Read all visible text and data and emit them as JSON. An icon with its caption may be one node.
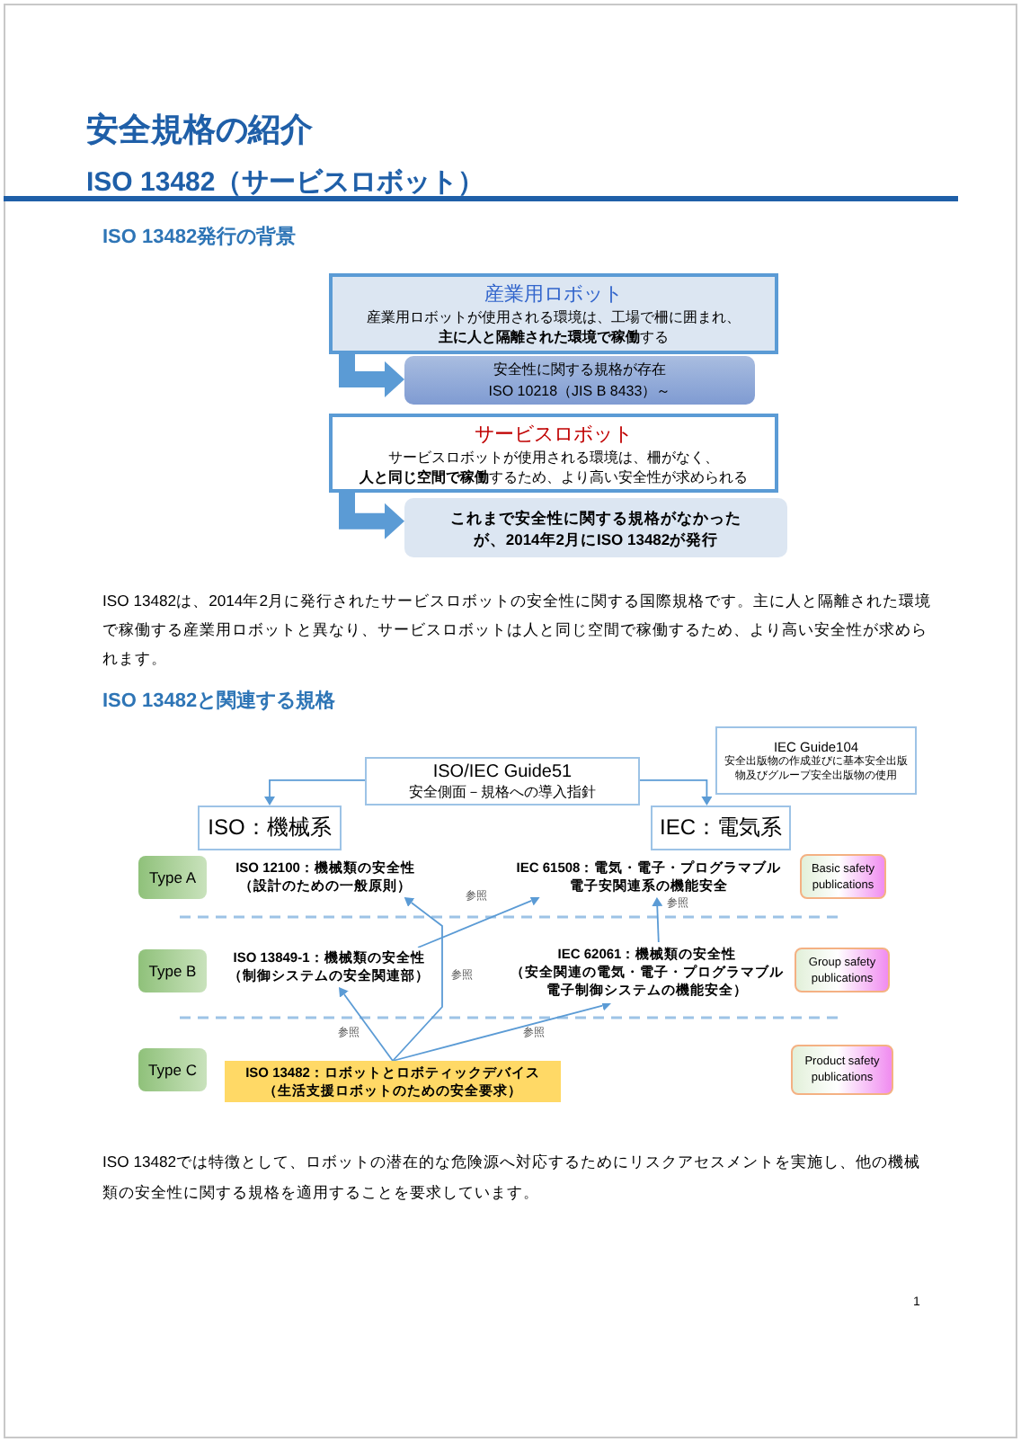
{
  "diagram": {
    "title": "安全規格の紹介",
    "nodes": [
      {
        "text": [
          "産業用ロボット",
          "産業用ロボットが使用される環境は、工場で柵に囲まれ、**主に人と隔離された環境で稼働**する"
        ]
      },
      {
        "text": [
          "安全性に関する規格が存在 ISO 10218（JIS B 8433）～"
        ]
      },
      {
        "text": [
          "サービスロボット",
          "サービスロボットが使用される環境は、柵がなく、**人と同じ空間で稼働**するため、より高い安全性が求められる"
        ]
      },
      {
        "text": [
          "これまで安全性に関する規格がなかったが、2014年2月にISO 13482が発行"
        ]
      },
      {
        "text": [
          "ISO/IEC Guide51",
          "安全側面－規格への導入指針"
        ]
      },
      {
        "text": [
          "IEC Guide104",
          "安全出版物の作成並びに基本安全出版物及びグループ安全出版物の使用"
        ]
      },
      {
        "text": [
          "ISO：機械系"
        ]
      },
      {
        "text": [
          "IEC：電気系"
        ]
      },
      {
        "text": [
          "Type A"
        ]
      },
      {
        "text": [
          "ISO 12100：機械類の安全性",
          "（設計のための一般原則）"
        ]
      },
      {
        "text": [
          "IEC 61508：電気・電子・プログラマブル電子安関連系の機能安全"
        ]
      },
      {
        "text": [
          "Basic safety publications"
        ]
      },
      {
        "text": [
          "Type B"
        ]
      },
      {
        "text": [
          "ISO 13849-1：機械類の安全性",
          "（制御システムの安全関連部）"
        ]
      },
      {
        "text": [
          "IEC 62061：機械類の安全性",
          "（安全関連の電気・電子・プログラマブル電子制御システムの機能安全）"
        ]
      },
      {
        "text": [
          "Group safety publications"
        ]
      },
      {
        "text": [
          "Type C"
        ]
      },
      {
        "text": [
          "ISO 13482：ロボットとロボティックデバイス",
          "（生活支援ロボットのための安全要求）"
        ]
      },
      {
        "text": [
          "Product safety publications"
        ]
      }
    ],
    "edges": [
      {
        "from": 0,
        "to": 1,
        "arrow": "to",
        "style": "thick"
      },
      {
        "from": 2,
        "to": 3,
        "arrow": "to",
        "style": "thick"
      },
      {
        "from": 4,
        "to": 6,
        "arrow": "to"
      },
      {
        "from": 4,
        "to": 7,
        "arrow": "to"
      },
      {
        "from": 17,
        "to": 9,
        "arrow": "to",
        "label": "参照"
      },
      {
        "from": 17,
        "to": 13,
        "arrow": "to",
        "label": "参照"
      },
      {
        "from": 17,
        "to": 14,
        "arrow": "to",
        "label": "参照"
      },
      {
        "from": 13,
        "to": 10,
        "arrow": "to",
        "label": "参照"
      },
      {
        "from": 14,
        "to": 10,
        "arrow": "to",
        "label": "参照"
      }
    ],
    "labels": [
      "ISO 13482（サービスロボット）",
      "ISO 13482発行の背景",
      "ISO 13482は、2014年2月に発行されたサービスロボットの安全性に関する国際規格です。主に人と隔離された環境で稼働する産業用ロボットと異なり、サービスロボットは人と同じ空間で稼働するため、より高い安全性が求められます。",
      "ISO 13482と関連する規格",
      "ISO 13482では特徴として、ロボットの潜在的な危険源へ対応するためにリスクアセスメントを実施し、他の機械類の安全性に関する規格を適用することを要求しています。",
      "1"
    ]
  }
}
